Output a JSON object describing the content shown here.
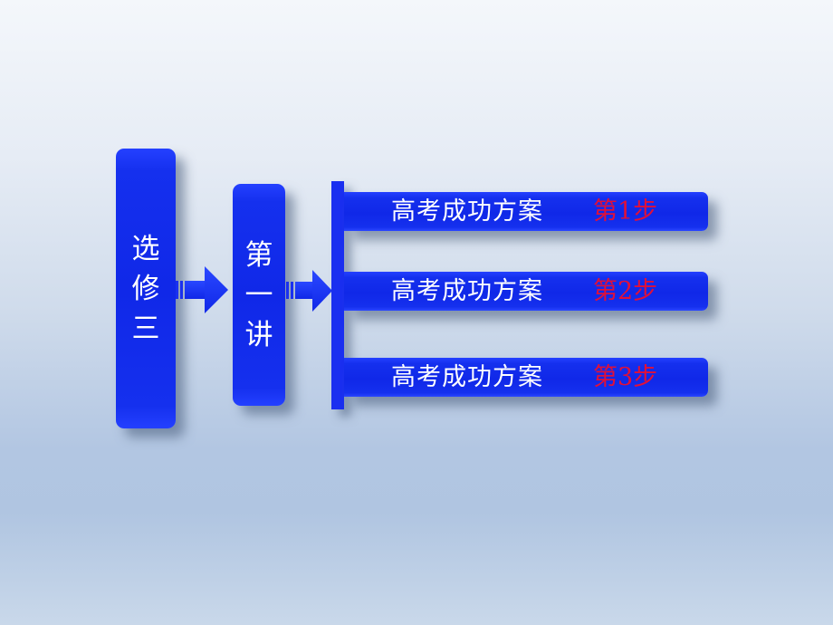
{
  "colors": {
    "box_blue": "#1028e8",
    "text_white": "#ffffff",
    "step_red": "#e0103a",
    "background_top": "#f4f7fb",
    "background_bottom": "#b0c5e1"
  },
  "diagram": {
    "module": {
      "chars": [
        "选",
        "修",
        "三"
      ]
    },
    "lecture": {
      "chars": [
        "第",
        "一",
        "讲"
      ]
    },
    "arrows": [
      "right-arrow",
      "right-arrow"
    ],
    "steps": [
      {
        "label": "高考成功方案",
        "step": "第1步"
      },
      {
        "label": "高考成功方案",
        "step": "第2步"
      },
      {
        "label": "高考成功方案",
        "step": "第3步"
      }
    ]
  }
}
